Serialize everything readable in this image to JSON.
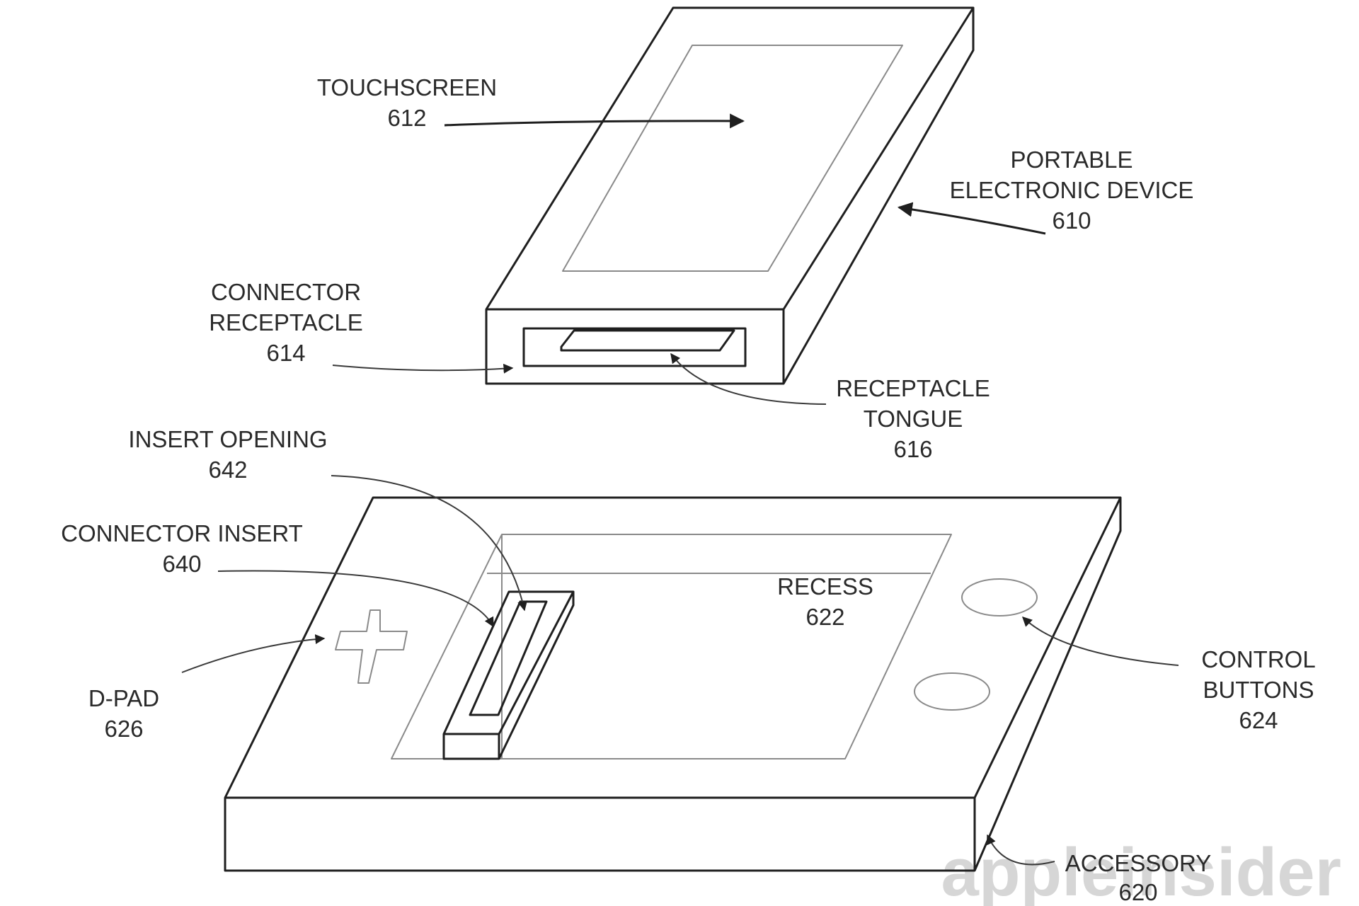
{
  "labels": {
    "touchscreen": {
      "name": "TOUCHSCREEN",
      "ref": "612"
    },
    "device": {
      "line1": "PORTABLE",
      "line2": "ELECTRONIC DEVICE",
      "ref": "610"
    },
    "receptacle": {
      "line1": "CONNECTOR",
      "line2": "RECEPTACLE",
      "ref": "614"
    },
    "tongue": {
      "line1": "RECEPTACLE",
      "line2": "TONGUE",
      "ref": "616"
    },
    "insert_opening": {
      "name": "INSERT OPENING",
      "ref": "642"
    },
    "connector_insert": {
      "name": "CONNECTOR INSERT",
      "ref": "640"
    },
    "recess": {
      "name": "RECESS",
      "ref": "622"
    },
    "control_buttons": {
      "line1": "CONTROL",
      "line2": "BUTTONS",
      "ref": "624"
    },
    "dpad": {
      "name": "D-PAD",
      "ref": "626"
    },
    "accessory": {
      "name": "ACCESSORY",
      "ref": "620"
    }
  },
  "watermark": "appleinsider",
  "colors": {
    "line": "#1f1f1f",
    "light_line": "#8a8a8a",
    "text": "#2a2a2a",
    "watermark": "#d6d6d6"
  }
}
